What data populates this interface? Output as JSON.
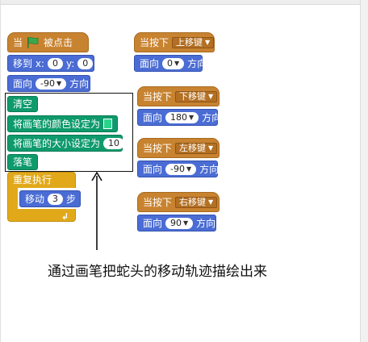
{
  "scripts": {
    "flag_script": {
      "hat_when": "当",
      "hat_clicked": "被点击",
      "goto_label": "移到 x:",
      "goto_x": "0",
      "goto_y_label": "y:",
      "goto_y": "0",
      "point_label": "面向",
      "point_value": "-90",
      "point_suffix": "方向",
      "clear_label": "清空",
      "set_color_label": "将画笔的颜色设定为",
      "set_color_value": "#2bd48a",
      "set_size_label": "将画笔的大小设定为",
      "set_size_value": "10",
      "pen_down_label": "落笔",
      "repeat_label": "重复执行",
      "move_label": "移动",
      "move_value": "3",
      "move_suffix": "步"
    },
    "key_scripts": [
      {
        "when_label": "当按下",
        "key": "上移键",
        "point_label": "面向",
        "direction": "0",
        "suffix": "方向"
      },
      {
        "when_label": "当按下",
        "key": "下移键",
        "point_label": "面向",
        "direction": "180",
        "suffix": "方向"
      },
      {
        "when_label": "当按下",
        "key": "左移键",
        "point_label": "面向",
        "direction": "-90",
        "suffix": "方向"
      },
      {
        "when_label": "当按下",
        "key": "右移键",
        "point_label": "面向",
        "direction": "90",
        "suffix": "方向"
      }
    ]
  },
  "annotation": {
    "caption": "通过画笔把蛇头的移动轨迹描绘出来"
  },
  "icons": {
    "green_flag": "flag-icon",
    "dropdown": "dropdown-arrow-icon",
    "loop_arrow": "loop-arrow-icon"
  },
  "colors": {
    "events": "#c88330",
    "motion": "#4a6cd4",
    "pen": "#0e9a6c",
    "control": "#e1a91a",
    "flag": "#3aa84a"
  }
}
